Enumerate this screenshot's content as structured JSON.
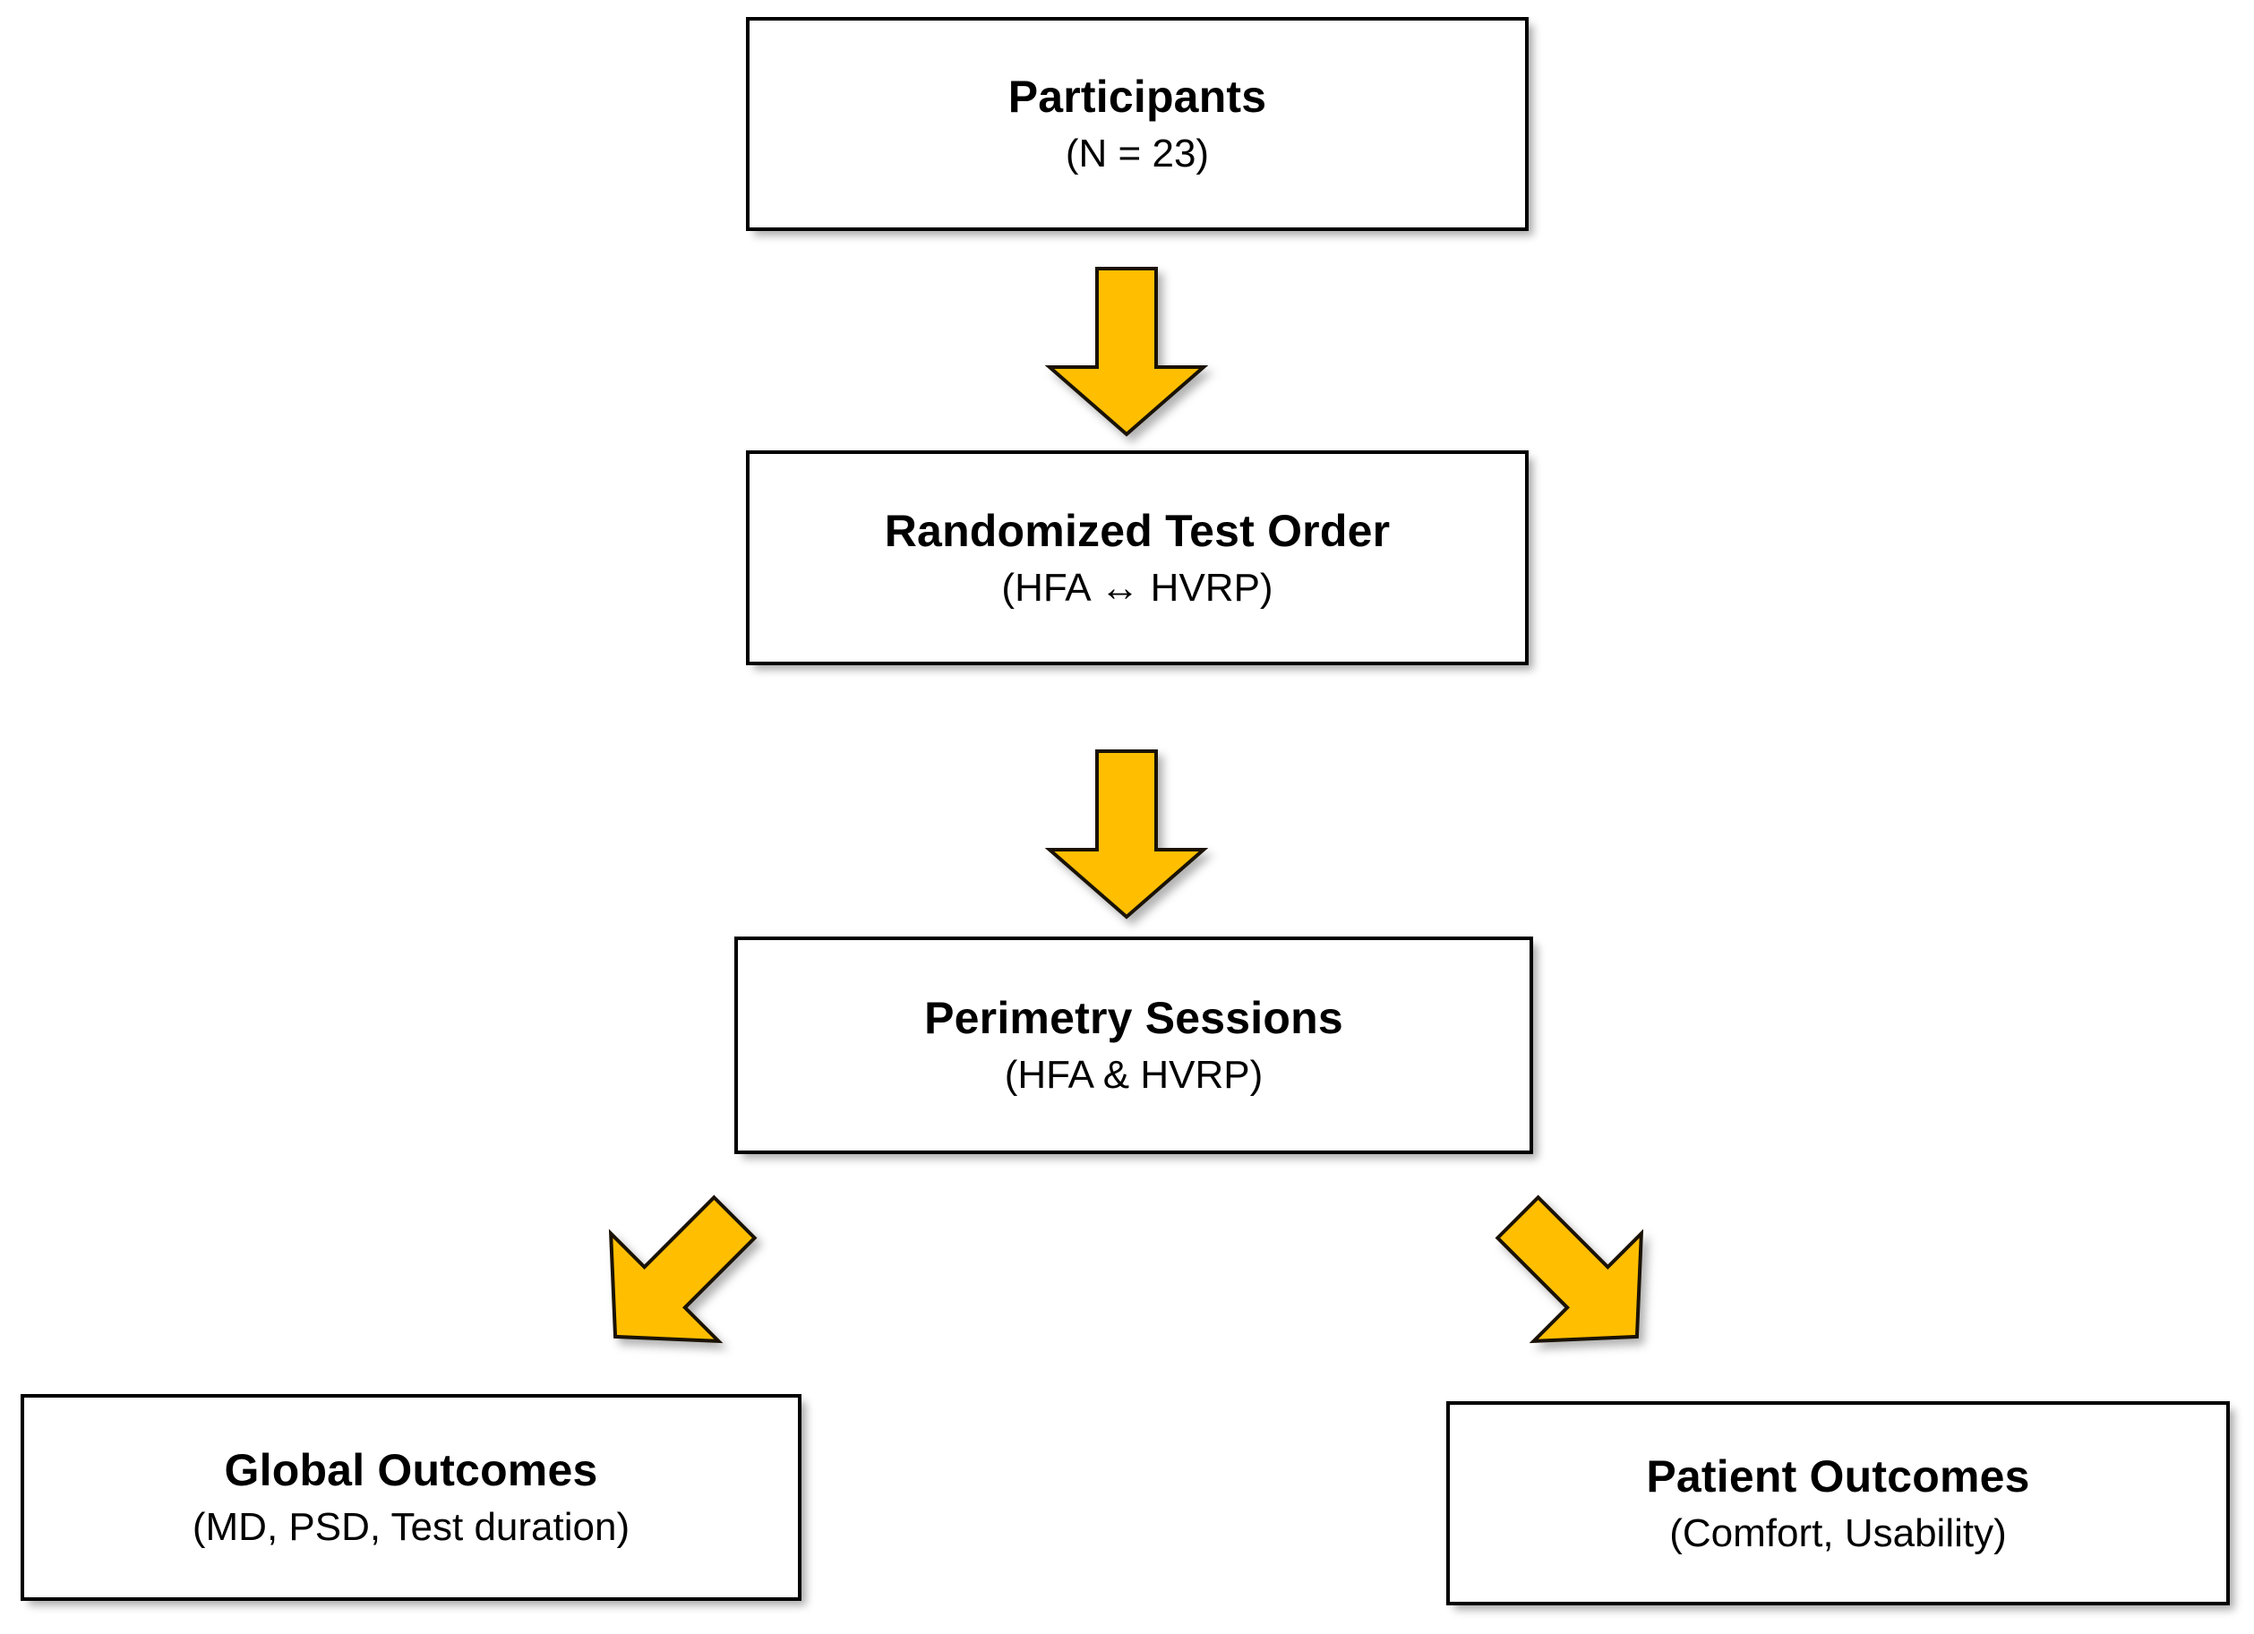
{
  "diagram": {
    "type": "flowchart",
    "orientation": "top-to-bottom",
    "accent_color": "#FFBF00",
    "border_color": "#000000",
    "background_color": "#FFFFFF",
    "nodes": [
      {
        "id": "participants",
        "title": "Participants",
        "subtitle": "(N = 23)"
      },
      {
        "id": "randomized",
        "title": "Randomized Test Order",
        "subtitle": "(HFA ↔ HVRP)"
      },
      {
        "id": "perimetry",
        "title": "Perimetry Sessions",
        "subtitle": "(HFA & HVRP)"
      },
      {
        "id": "global",
        "title": "Global Outcomes",
        "subtitle": "(MD, PSD, Test duration)"
      },
      {
        "id": "patient",
        "title": "Patient Outcomes",
        "subtitle": "(Comfort, Usability)"
      }
    ],
    "edges": [
      {
        "id": "edge-1",
        "from": "participants",
        "to": "randomized",
        "direction": "down"
      },
      {
        "id": "edge-2",
        "from": "randomized",
        "to": "perimetry",
        "direction": "down"
      },
      {
        "id": "edge-3",
        "from": "perimetry",
        "to": "global",
        "direction": "down-left"
      },
      {
        "id": "edge-4",
        "from": "perimetry",
        "to": "patient",
        "direction": "down-right"
      }
    ]
  }
}
